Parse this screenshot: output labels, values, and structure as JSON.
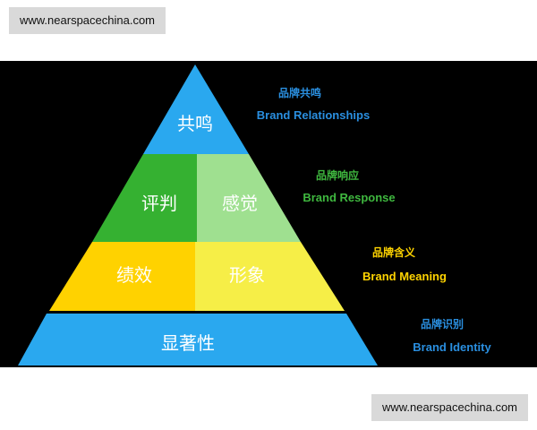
{
  "watermark": {
    "top": "www.nearspacechina.com",
    "bottom": "www.nearspacechina.com"
  },
  "pyramid": {
    "top": {
      "label": "共鸣"
    },
    "second": {
      "left": "评判",
      "right": "感觉"
    },
    "third": {
      "left": "绩效",
      "right": "形象"
    },
    "base": {
      "label": "显著性"
    }
  },
  "legend": [
    {
      "cn": "品牌共鸣",
      "en": "Brand Relationships",
      "color": "#2a8fe0"
    },
    {
      "cn": "品牌响应",
      "en": "Brand Response",
      "color": "#3fb83f"
    },
    {
      "cn": "品牌含义",
      "en": "Brand Meaning",
      "color": "#ffd400"
    },
    {
      "cn": "品牌识别",
      "en": "Brand Identity",
      "color": "#2a8fe0"
    }
  ],
  "colors": {
    "blue": "#2aa8ef",
    "dark_green": "#35b131",
    "light_green": "#9fe090",
    "gold": "#ffd200",
    "yellow": "#f6ee47"
  }
}
